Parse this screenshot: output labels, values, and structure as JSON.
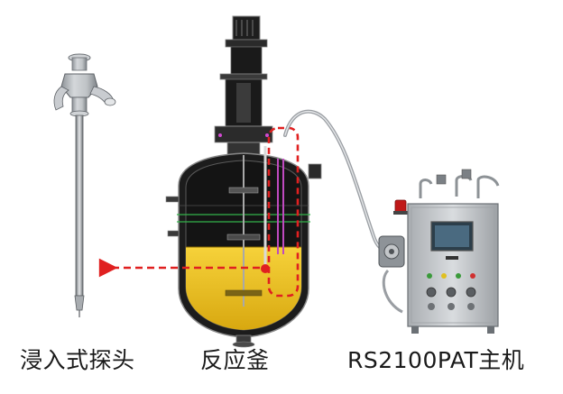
{
  "labels": {
    "probe": "浸入式探头",
    "reactor": "反应釜",
    "host": "RS2100PAT主机"
  },
  "colors": {
    "accent_red": "#e02020",
    "liquid_yellow": "#f0c21a",
    "vessel_dark": "#1c1c1c",
    "steel": "#b8bcc0",
    "cable": "#9a9ea3"
  },
  "icons": {
    "probe": "immersion-probe-icon",
    "reactor": "reactor-vessel-icon",
    "host": "analyzer-cabinet-icon"
  }
}
